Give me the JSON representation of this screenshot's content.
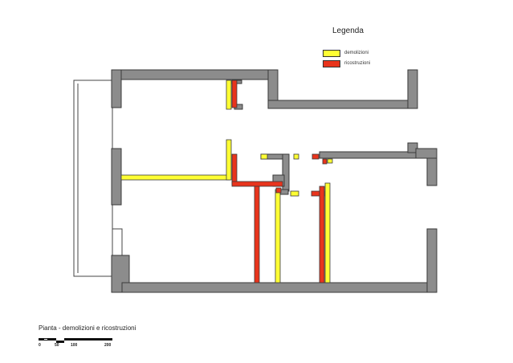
{
  "legend": {
    "title": "Legenda",
    "items": [
      {
        "label": "demolizioni",
        "color": "#ffff33"
      },
      {
        "label": "ricostruzioni",
        "color": "#e8341c"
      }
    ]
  },
  "caption": "Pianta - demolizioni e ricostruzioni",
  "scale": {
    "ticks": [
      "0",
      "50",
      "100",
      "200"
    ]
  },
  "colors": {
    "wall": "#8c8c8c",
    "wall_stroke": "#3a3a3a",
    "demolition": "#ffff33",
    "reconstruction": "#e8341c"
  }
}
